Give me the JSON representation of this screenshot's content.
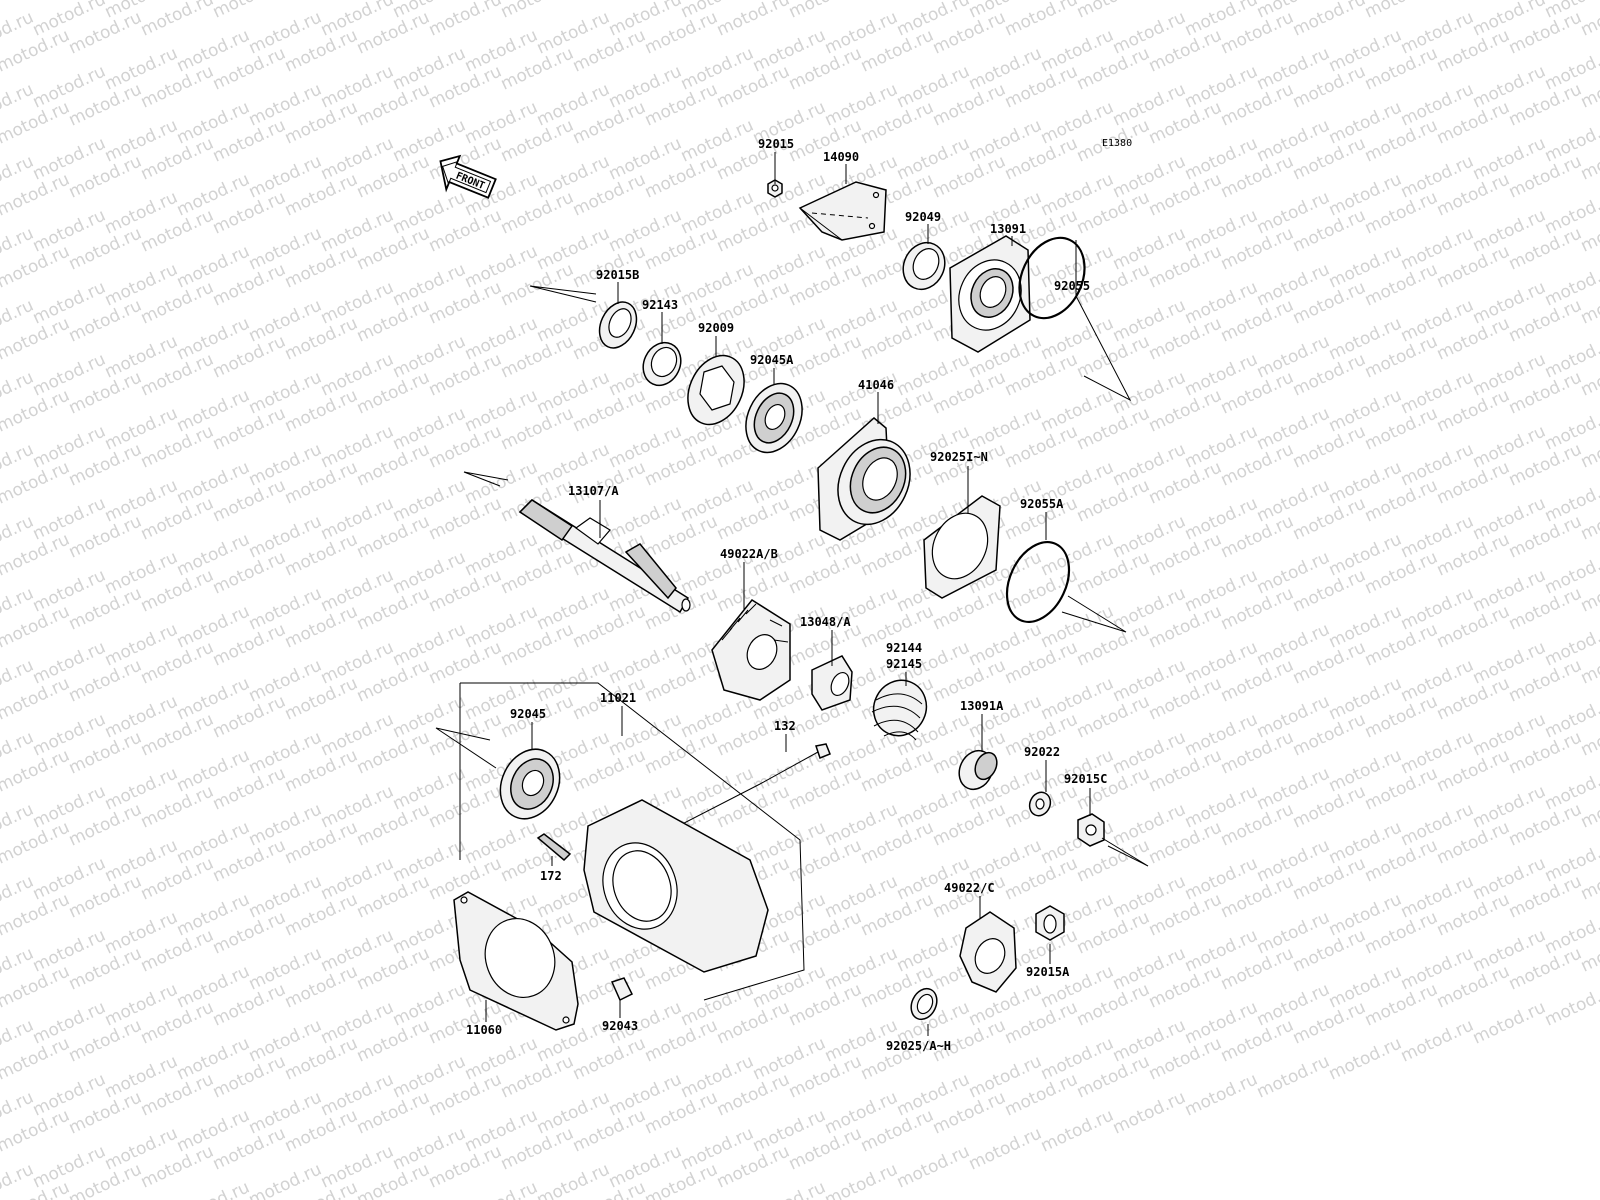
{
  "watermark": "motod.ru",
  "figure_code": "E1380",
  "front_label": "FRONT",
  "labels": {
    "p92015": "92015",
    "p14090": "14090",
    "p92049": "92049",
    "p13091": "13091",
    "p92055": "92055",
    "p92015B": "92015B",
    "p92143": "92143",
    "p92009": "92009",
    "p92045A": "92045A",
    "p41046": "41046",
    "p92025IN": "92025I~N",
    "p13107A": "13107/A",
    "p92055A": "92055A",
    "p49022AB": "49022A/B",
    "p13048A": "13048/A",
    "p92144": "92144",
    "p92145": "92145",
    "p11021": "11021",
    "p92045": "92045",
    "p132": "132",
    "p13091A": "13091A",
    "p92022": "92022",
    "p92015C": "92015C",
    "p172": "172",
    "p49022C": "49022/C",
    "p92015A": "92015A",
    "p11060": "11060",
    "p92043": "92043",
    "p92025AH": "92025/A~H"
  }
}
